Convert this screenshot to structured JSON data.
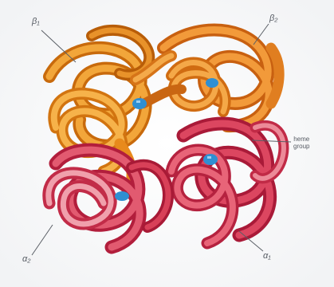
{
  "labels": {
    "beta1": "β₁",
    "beta2": "β₂",
    "alpha1": "α₁",
    "alpha2": "α₂",
    "heme_line1": "heme",
    "heme_line2": "group"
  },
  "colors": {
    "beta_dark": "#c86a0c",
    "beta_mid": "#e88a1c",
    "beta_light": "#f6b24a",
    "alpha_dark": "#a91a38",
    "alpha_mid": "#d2344e",
    "alpha_light": "#ec8a98",
    "heme": "#2f8fd2",
    "background": "#ffffff"
  }
}
